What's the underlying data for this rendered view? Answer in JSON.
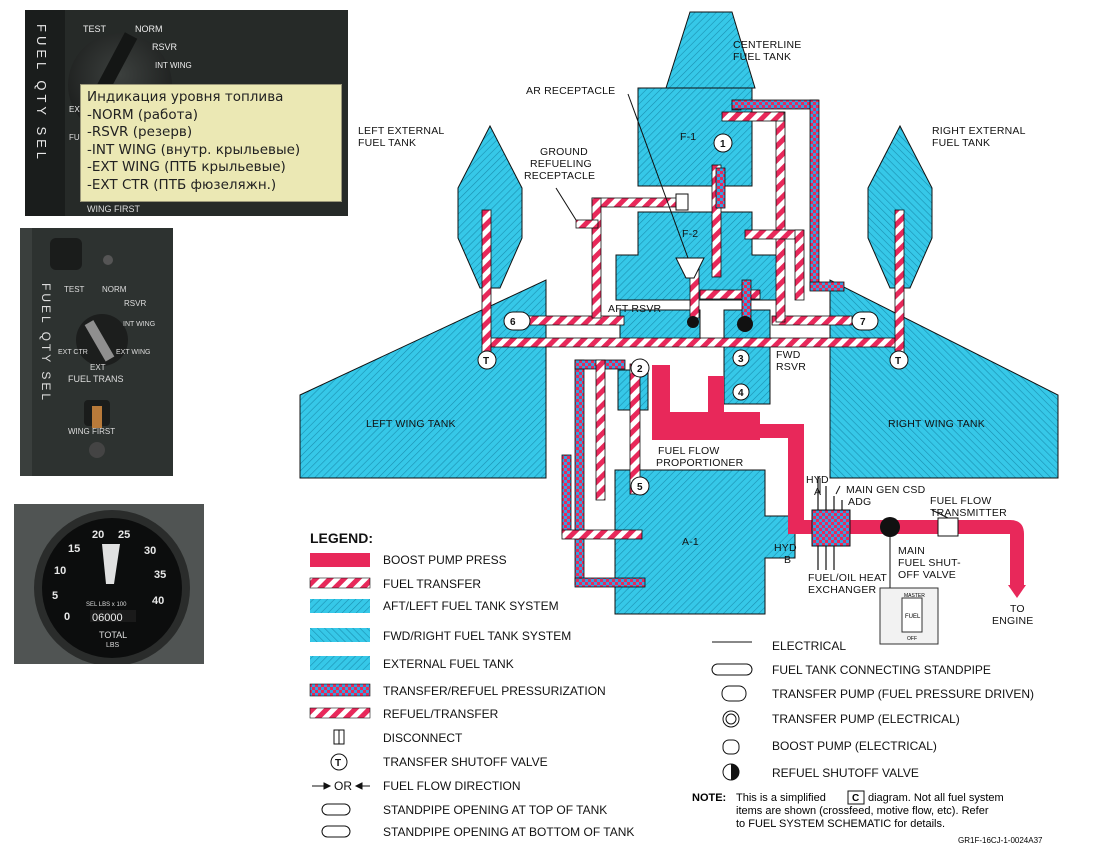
{
  "selector_photo": {
    "panel_letters": "FUEL QTY SEL",
    "positions": [
      "TEST",
      "NORM",
      "RSVR",
      "INT WING",
      "EXT CTR",
      "FUEL",
      "WING FIRST"
    ],
    "tooltip_lines": [
      "Индикация уровня топлива",
      "-NORM (работа)",
      "-RSVR (резерв)",
      "-INT WING (внутр. крыльевые)",
      "-EXT WING (ПТБ крыльевые)",
      "-EXT CTR (ПТБ фюзеляжн.)"
    ]
  },
  "panel_photo": {
    "side_letters": "FUEL QTY SEL",
    "positions": [
      "TEST",
      "NORM",
      "RSVR",
      "INT WING",
      "EXT CTR",
      "EXT WING"
    ],
    "switch_label_1": "EXT",
    "switch_label_2": "FUEL TRANS",
    "switch_bottom": "WING FIRST"
  },
  "gauge_photo": {
    "scale": [
      "0",
      "5",
      "10",
      "15",
      "20",
      "25",
      "30",
      "35",
      "40"
    ],
    "counter": "06000",
    "small_text": "SEL LBS x 100",
    "bottom_1": "TOTAL",
    "bottom_2": "LBS"
  },
  "colors": {
    "tank_fill": "#36c8e8",
    "boost_red": "#e8285a",
    "line": "#111111"
  },
  "diagram": {
    "labels": {
      "centerline": [
        "CENTERLINE",
        "FUEL TANK"
      ],
      "ar_receptacle": "AR RECEPTACLE",
      "left_external": [
        "LEFT EXTERNAL",
        "FUEL TANK"
      ],
      "right_external": [
        "RIGHT EXTERNAL",
        "FUEL TANK"
      ],
      "ground_refuel": [
        "GROUND",
        "REFUELING",
        "RECEPTACLE"
      ],
      "f1": "F-1",
      "f2": "F-2",
      "aft_rsvr": "AFT RSVR",
      "fwd_rsvr": [
        "FWD",
        "RSVR"
      ],
      "left_wing": "LEFT WING TANK",
      "right_wing": "RIGHT WING TANK",
      "ffp": [
        "FUEL FLOW",
        "PROPORTIONER"
      ],
      "a1": "A-1",
      "hyd_a": [
        "HYD",
        "A"
      ],
      "main_gen_csd": "MAIN GEN CSD",
      "adg": "ADG",
      "hyd_b": [
        "HYD",
        "B"
      ],
      "fuel_oil": [
        "FUEL/OIL HEAT",
        "EXCHANGER"
      ],
      "fft": [
        "FUEL FLOW",
        "TRANSMITTER"
      ],
      "main_shutoff": [
        "MAIN",
        "FUEL SHUT-",
        "OFF VALVE"
      ],
      "to_engine": [
        "TO",
        "ENGINE"
      ],
      "t_mark": "T",
      "pump_numbers": [
        "1",
        "2",
        "3",
        "4",
        "5",
        "6",
        "7"
      ]
    },
    "shutoff_panel": {
      "top": "MASTER",
      "middle": "FUEL",
      "bottom": "OFF"
    }
  },
  "legend": {
    "title": "LEGEND:",
    "left_items": [
      "BOOST PUMP PRESS",
      "FUEL TRANSFER",
      "AFT/LEFT FUEL TANK SYSTEM",
      "FWD/RIGHT FUEL TANK SYSTEM",
      "EXTERNAL FUEL TANK",
      "TRANSFER/REFUEL PRESSURIZATION",
      "REFUEL/TRANSFER",
      "DISCONNECT",
      "TRANSFER SHUTOFF VALVE",
      "FUEL FLOW DIRECTION",
      "STANDPIPE OPENING AT TOP OF TANK",
      "STANDPIPE OPENING AT BOTTOM OF TANK"
    ],
    "flow_prefix": "OR",
    "right_items": [
      "ELECTRICAL",
      "FUEL TANK CONNECTING STANDPIPE",
      "TRANSFER PUMP (FUEL PRESSURE DRIVEN)",
      "TRANSFER PUMP (ELECTRICAL)",
      "BOOST PUMP (ELECTRICAL)",
      "REFUEL SHUTOFF VALVE"
    ],
    "note_label": "NOTE:",
    "note_pre": "This is a simplified",
    "note_boxed": "C",
    "note_post": "diagram. Not all fuel system",
    "note_line2": "items are shown (crossfeed, motive flow, etc). Refer",
    "note_line3": "to FUEL SYSTEM SCHEMATIC for details.",
    "figure_code": "GR1F-16CJ-1-0024A37"
  }
}
